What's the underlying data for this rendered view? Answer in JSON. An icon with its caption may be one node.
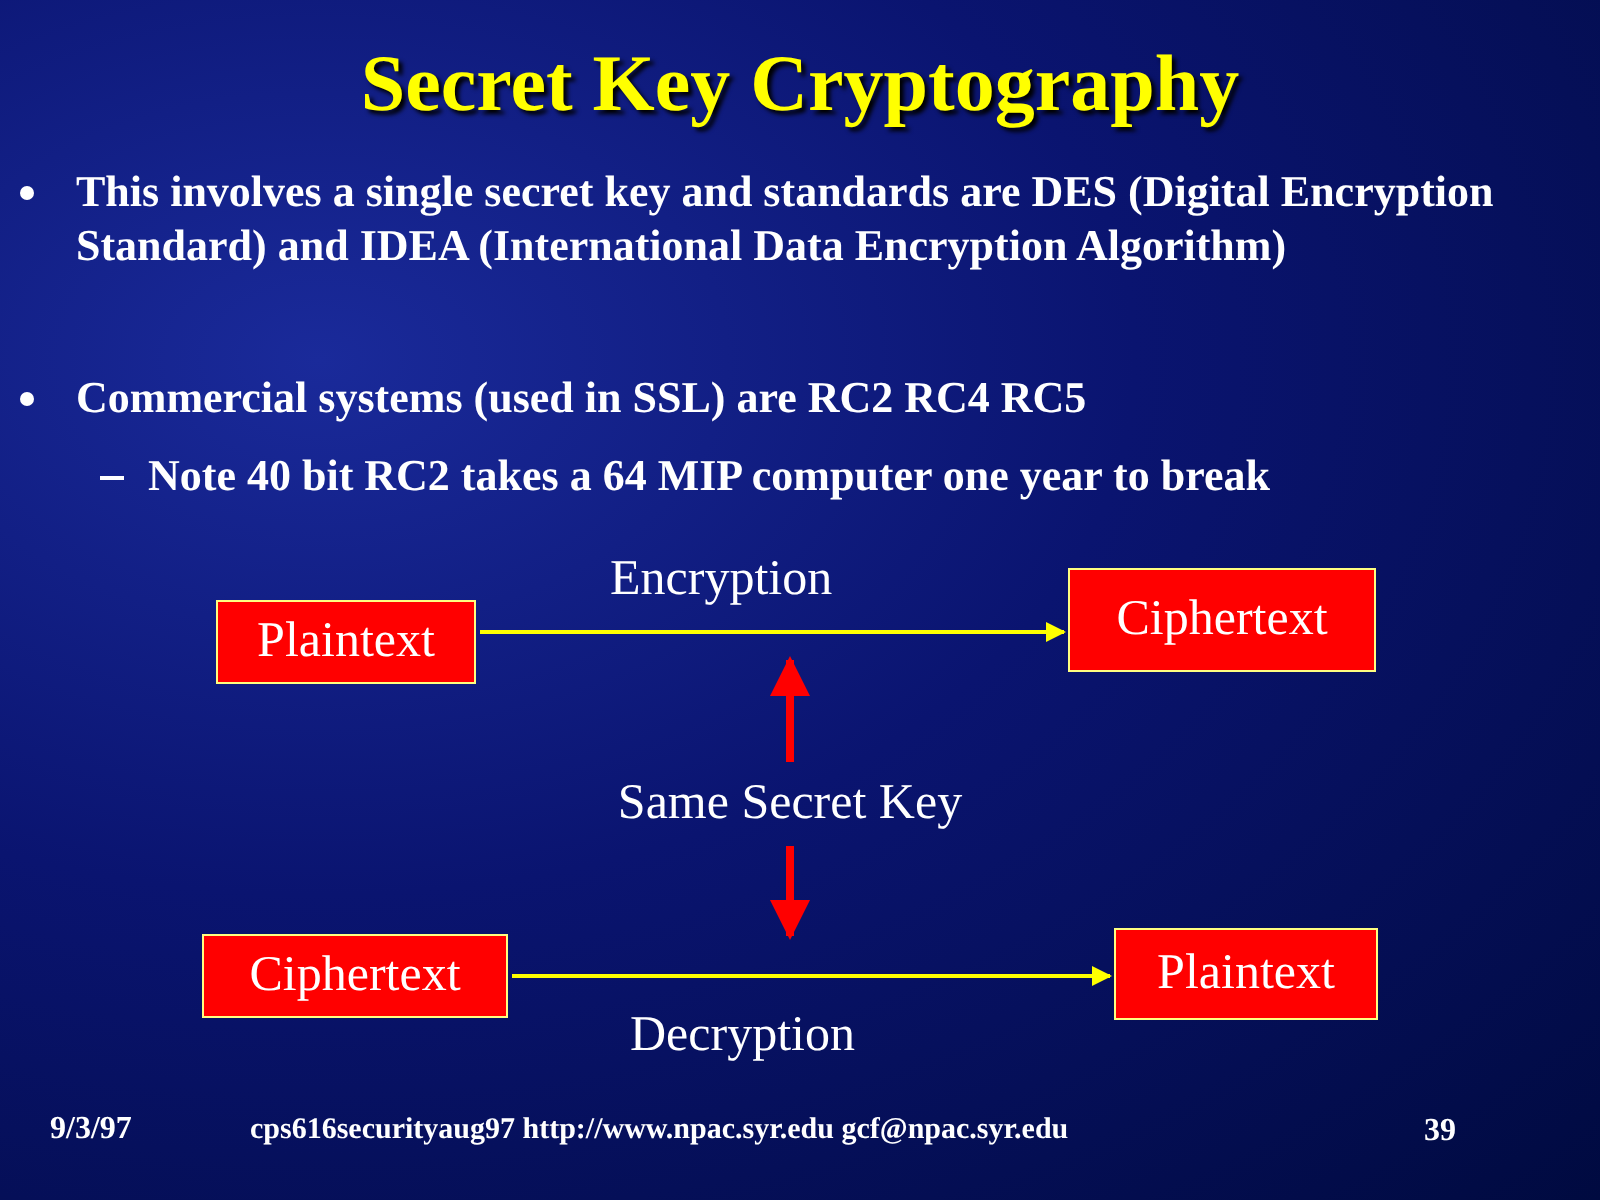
{
  "diagram": {
    "title": "Secret Key Cryptography",
    "nodes": [
      {
        "text": [
          "Plaintext"
        ]
      },
      {
        "text": [
          "Ciphertext"
        ]
      },
      {
        "text": [
          "Same Secret Key"
        ]
      },
      {
        "text": [
          "Ciphertext"
        ]
      },
      {
        "text": [
          "Plaintext"
        ]
      }
    ],
    "edges": [
      {
        "from": 0,
        "to": 1,
        "arrow": "to",
        "label": "Encryption"
      },
      {
        "from": 3,
        "to": 4,
        "arrow": "to",
        "label": "Decryption"
      },
      {
        "from": 2,
        "to": null,
        "arrow": "to",
        "color": "#ff0000",
        "style": "thick"
      },
      {
        "from": 2,
        "to": null,
        "arrow": "to",
        "color": "#ff0000",
        "style": "thick"
      }
    ],
    "labels": [
      "This involves a single secret key and standards are DES (Digital Encryption Standard) and IDEA (International Data Encryption Algorithm)",
      "Commercial systems (used in SSL) are RC2 RC4 RC5",
      "Note 40 bit RC2 takes a 64 MIP computer one year to break",
      "9/3/97",
      "cps616securityaug97 http://www.npac.syr.edu gcf@npac.syr.edu",
      "39"
    ]
  }
}
